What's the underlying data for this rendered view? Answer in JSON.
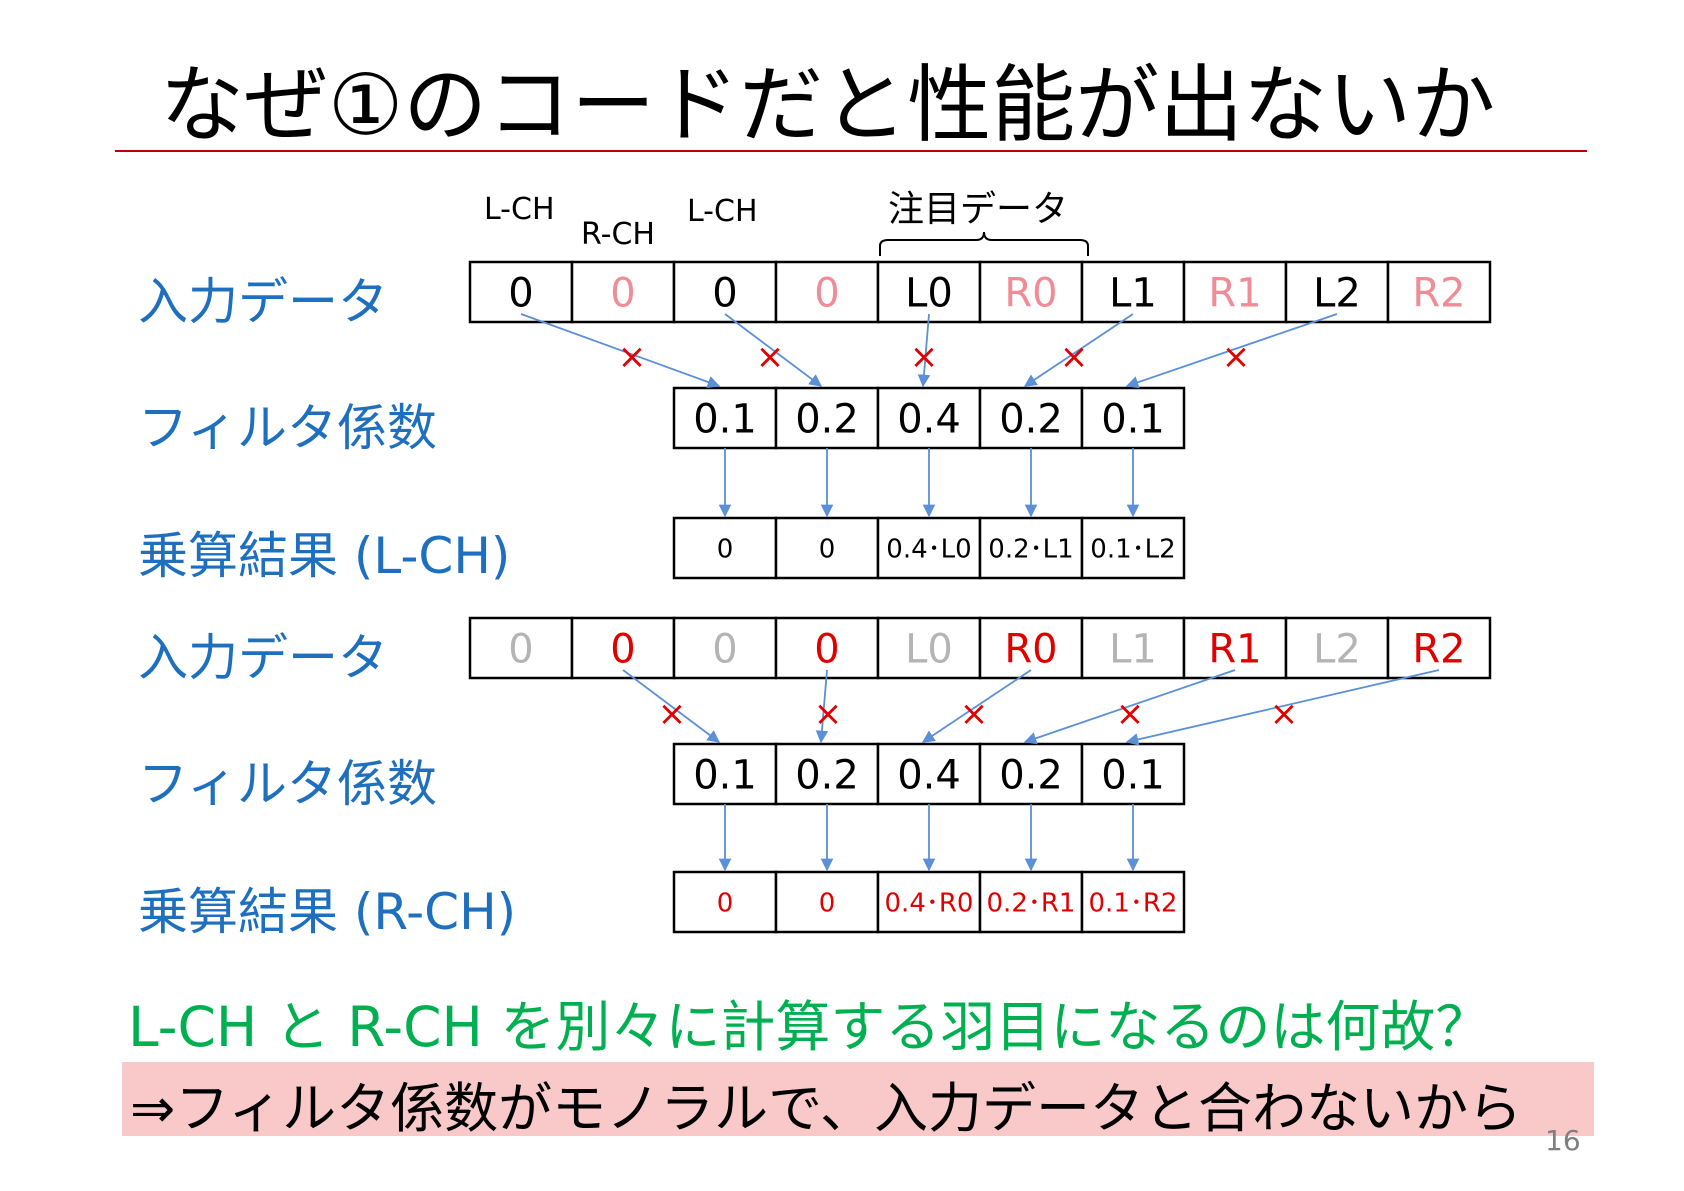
{
  "title": "なぜ①のコードだと性能が出ないか",
  "labels": {
    "input1": "入力データ",
    "filter1": "フィルタ係数",
    "result_l": "乗算結果 (L-CH)",
    "input2": "入力データ",
    "filter2": "フィルタ係数",
    "result_r": "乗算結果 (R-CH)"
  },
  "channel_labels": [
    "L-CH",
    "R-CH",
    "L-CH"
  ],
  "focus_label": "注目データ",
  "input_row1": [
    "0",
    "0",
    "0",
    "0",
    "L0",
    "R0",
    "L1",
    "R1",
    "L2",
    "R2"
  ],
  "filter_row1": [
    "0.1",
    "0.2",
    "0.4",
    "0.2",
    "0.1"
  ],
  "result_row_l": [
    "0",
    "0",
    "0.4･L0",
    "0.2･L1",
    "0.1･L2"
  ],
  "input_row2": [
    "0",
    "0",
    "0",
    "0",
    "L0",
    "R0",
    "L1",
    "R1",
    "L2",
    "R2"
  ],
  "filter_row2": [
    "0.1",
    "0.2",
    "0.4",
    "0.2",
    "0.1"
  ],
  "result_row_r": [
    "0",
    "0",
    "0.4･R0",
    "0.2･R1",
    "0.1･R2"
  ],
  "multiply_mark": "×",
  "question": "L-CH と R-CH を別々に計算する羽目になるのは何故？",
  "answer": "⇒フィルタ係数がモノラルで、入力データと合わないから",
  "page_number": "16",
  "colors": {
    "label_blue": "#1f6fbf",
    "arrow_blue": "#5b8fd6",
    "red": "#e00000",
    "pink": "#f08c96",
    "gray": "#b4b4b4",
    "green": "#00b050",
    "answer_bg": "#f9c8c8",
    "rule_red": "#c00000"
  }
}
